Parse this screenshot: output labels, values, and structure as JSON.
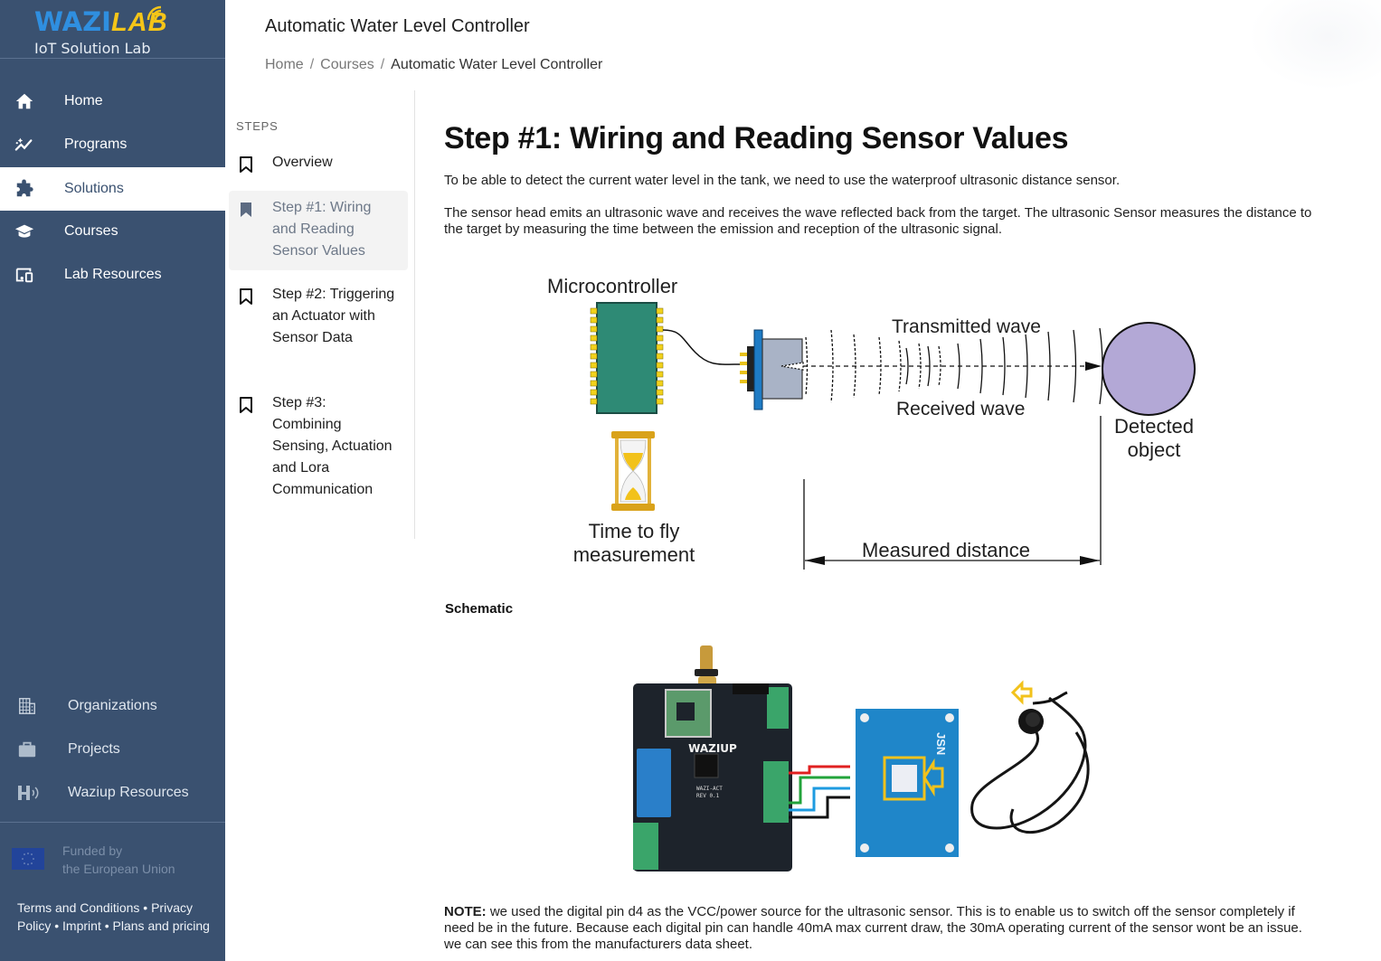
{
  "sidebar": {
    "logo": {
      "brand_a": "WAZI",
      "brand_b": "LAB",
      "subtitle": "IoT Solution Lab"
    },
    "nav_items": [
      {
        "label": "Home",
        "icon": "home-icon",
        "active": false
      },
      {
        "label": "Programs",
        "icon": "chart-line-icon",
        "active": false
      },
      {
        "label": "Solutions",
        "icon": "puzzle-icon",
        "active": true
      },
      {
        "label": "Courses",
        "icon": "graduation-cap-icon",
        "active": false
      },
      {
        "label": "Lab Resources",
        "icon": "devices-icon",
        "active": false
      }
    ],
    "secondary_items": [
      {
        "label": "Organizations",
        "icon": "building-icon"
      },
      {
        "label": "Projects",
        "icon": "briefcase-icon"
      },
      {
        "label": "Waziup Resources",
        "icon": "waziup-icon"
      }
    ],
    "funding": {
      "line1": "Funded by",
      "line2": "the European Union",
      "icon": "eu-flag-icon"
    },
    "footer_links": [
      "Terms and Conditions",
      "Privacy Policy",
      "Imprint",
      "Plans and pricing"
    ],
    "footer_separator": "•"
  },
  "header": {
    "title": "Automatic Water Level Controller",
    "breadcrumb": [
      "Home",
      "Courses",
      "Automatic Water Level Controller"
    ],
    "breadcrumb_separator": "/"
  },
  "steps": {
    "label": "STEPS",
    "items": [
      {
        "label": "Overview",
        "active": false
      },
      {
        "label": "Step #1: Wiring and Reading Sensor Values",
        "active": true
      },
      {
        "label": "Step #2: Triggering an Actuator with Sensor Data",
        "active": false
      },
      {
        "label": "Step #3: Combining Sensing, Actuation and Lora Communication",
        "active": false
      }
    ]
  },
  "content": {
    "heading": "Step #1: Wiring and Reading Sensor Values",
    "paragraph1": "To be able to detect the current water level in the tank, we need to use the waterproof ultrasonic distance sensor.",
    "paragraph2": "The sensor head emits an ultrasonic wave and receives the wave reflected back from the target. The ultrasonic Sensor measures the distance to the target by measuring the time between the emission and reception of the ultrasonic signal.",
    "diagram": {
      "microcontroller": "Microcontroller",
      "transmitted": "Transmitted wave",
      "received": "Received wave",
      "detected_1": "Detected",
      "detected_2": "object",
      "time_1": "Time to fly",
      "time_2": "measurement",
      "distance": "Measured distance"
    },
    "schematic_label": "Schematic",
    "schematic": {
      "board_brand": "WAZIUP",
      "board_model": "WAZI-ACT",
      "board_rev": "REV 0.1",
      "sensor_brand": "JSN"
    },
    "note_label": "NOTE:",
    "note_text": " we used the digital pin d4 as the VCC/power source for the ultrasonic sensor. This is to enable us to switch off the sensor completely if need be in the future. Because each digital pin can handle 40mA max current draw, the 30mA operating current of the sensor wont be an issue. we can see this from the manufacturers data sheet."
  },
  "colors": {
    "sidebar_bg": "#3a5170",
    "brand_blue": "#2f8fe0",
    "brand_yellow": "#f5c518",
    "active_step_bg": "#f3f3f3"
  }
}
